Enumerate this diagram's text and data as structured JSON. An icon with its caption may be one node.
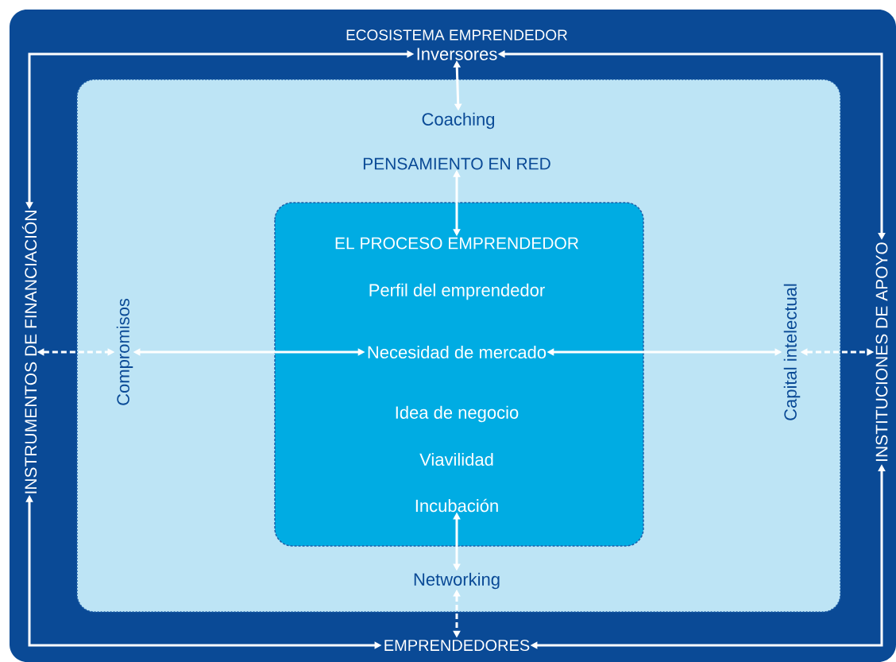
{
  "diagram": {
    "nodes": [
      {
        "text": [
          "ECOSISTEMA EMPRENDEDOR"
        ]
      },
      {
        "text": [
          "Inversores"
        ],
        "in": 0
      },
      {
        "text": [
          "INSTRUMENTOS DE FINANCIACIÓN"
        ],
        "in": 0
      },
      {
        "text": [
          "INSTITUCIONES DE APOYO"
        ],
        "in": 0
      },
      {
        "text": [
          "EMPRENDEDORES"
        ],
        "in": 0
      },
      {
        "text": [],
        "shape": "box",
        "in": 0
      },
      {
        "text": [
          "Coaching"
        ],
        "in": 5
      },
      {
        "text": [
          "PENSAMIENTO EN RED"
        ],
        "in": 5
      },
      {
        "text": [
          "Compromisos"
        ],
        "in": 5
      },
      {
        "text": [
          "Capital intelectual"
        ],
        "in": 5
      },
      {
        "text": [
          "Networking"
        ],
        "in": 5
      },
      {
        "text": [
          "EL PROCESO EMPRENDEDOR"
        ],
        "in": 5
      },
      {
        "text": [
          "Perfil del emprendedor"
        ],
        "in": 11
      },
      {
        "text": [
          "Necesidad de mercado"
        ],
        "in": 11
      },
      {
        "text": [
          "Idea de negocio"
        ],
        "in": 11
      },
      {
        "text": [
          "Viavilidad"
        ],
        "in": 11
      },
      {
        "text": [
          "Incubación"
        ],
        "in": 11
      }
    ],
    "edges": [
      {
        "from": 2,
        "to": 1,
        "arrow": "both"
      },
      {
        "from": 1,
        "to": 3,
        "arrow": "both"
      },
      {
        "from": 2,
        "to": 4,
        "arrow": "both"
      },
      {
        "from": 4,
        "to": 3,
        "arrow": "both"
      },
      {
        "from": 1,
        "to": 6,
        "arrow": "both"
      },
      {
        "from": 7,
        "to": 11,
        "arrow": "both"
      },
      {
        "from": 16,
        "to": 10,
        "arrow": "both"
      },
      {
        "from": 10,
        "to": 4,
        "arrow": "both",
        "style": "dashed"
      },
      {
        "from": 2,
        "to": 8,
        "arrow": "both",
        "style": "dashed"
      },
      {
        "from": 8,
        "to": 13,
        "arrow": "both"
      },
      {
        "from": 13,
        "to": 9,
        "arrow": "both"
      },
      {
        "from": 9,
        "to": 3,
        "arrow": "both",
        "style": "dashed"
      }
    ]
  }
}
